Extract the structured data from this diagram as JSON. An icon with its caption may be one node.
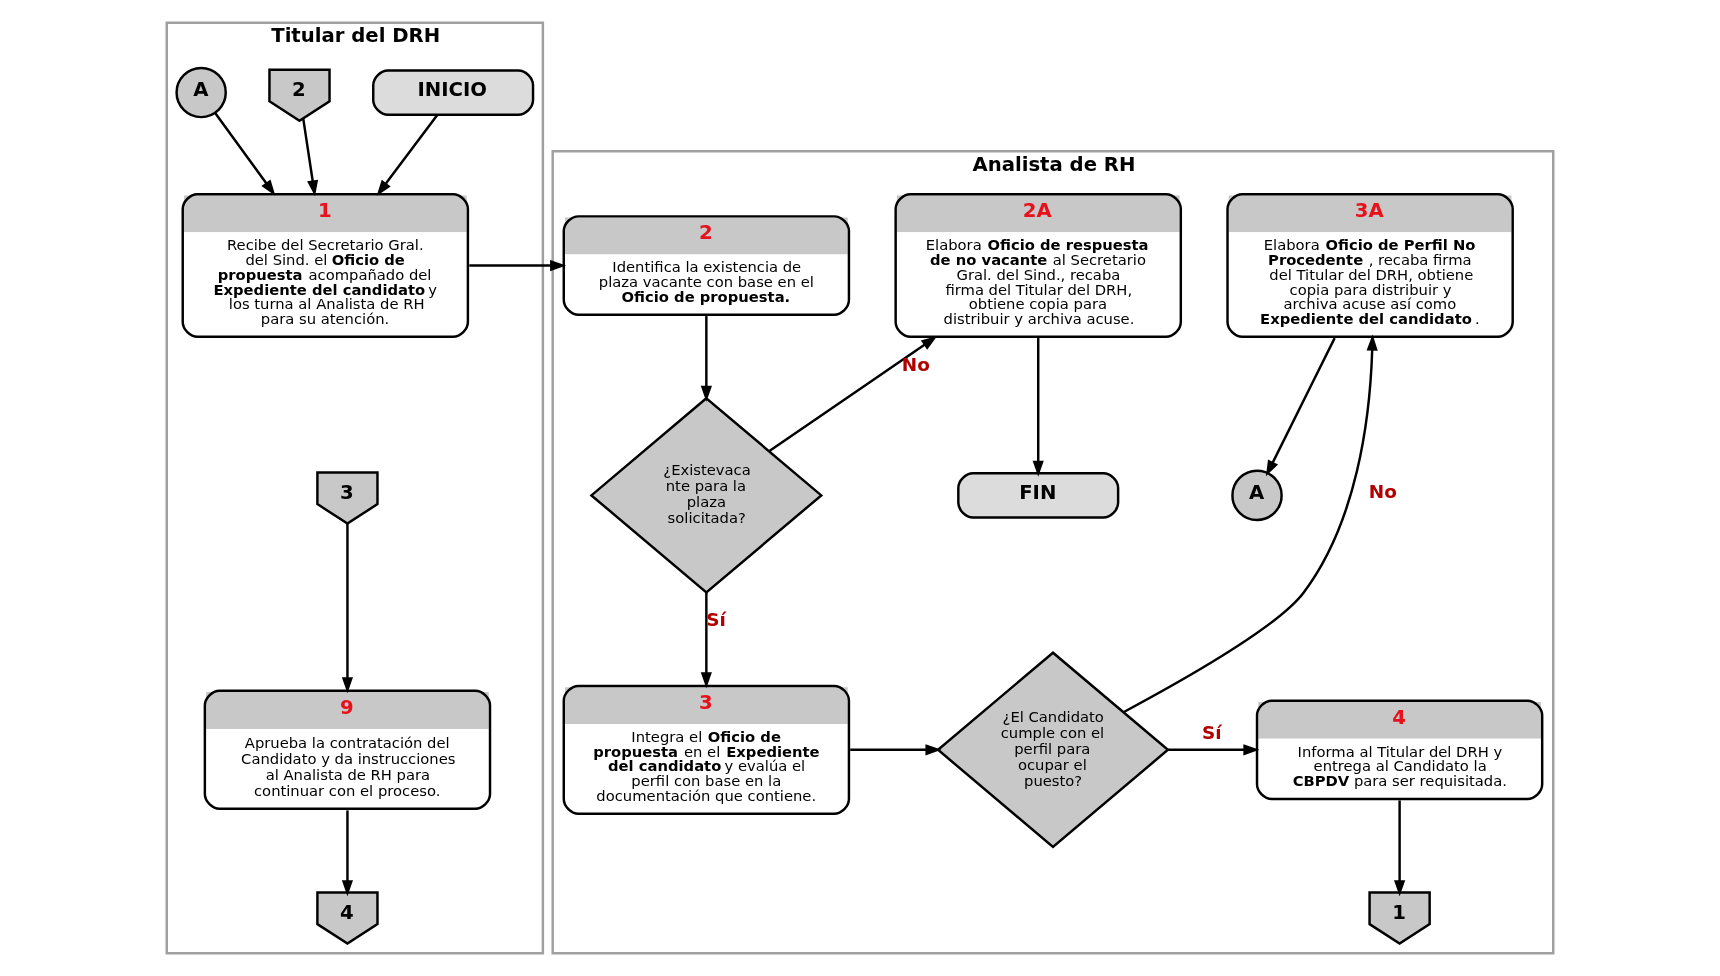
{
  "diagram": {
    "nodes": [
      {
        "text": [
          "Titular del DRH"
        ]
      },
      {
        "text": [
          "Analista de RH"
        ]
      },
      {
        "text": [
          "INICIO"
        ],
        "in": 0
      },
      {
        "text": [
          "2"
        ],
        "in": 0
      },
      {
        "text": [
          "1",
          "Recibe del Secretario Gral. del Sind. el **Oficio de propuesta** acompañado del **Expediente del candidato** y los turna al Analista de RH para su atención."
        ],
        "in": 0
      },
      {
        "text": [
          "A"
        ],
        "in": 0
      },
      {
        "text": [
          "2",
          "Identifica la existencia de plaza vacante con base en el **Oficio de propuesta.**"
        ],
        "in": 1
      },
      {
        "text": [
          "¿Existevaca nte para la plaza solicitada?"
        ],
        "in": 1
      },
      {
        "text": [
          "2A",
          "Elabora **Oficio de respuesta de no vacante** al Secretario Gral. del Sind., recaba firma del Titular del DRH, obtiene copia para distribuir y archiva acuse."
        ],
        "in": 1
      },
      {
        "text": [
          "FIN"
        ],
        "in": 1
      },
      {
        "text": [
          "3A",
          "Elabora **Oficio de Perfil No Procedente**, recaba firma del Titular del DRH, obtiene copia para distribuir y archiva acuse así como **Expediente del candidato**."
        ],
        "in": 1
      },
      {
        "text": [
          "A"
        ],
        "in": 1
      },
      {
        "text": [
          "3"
        ],
        "in": 0
      },
      {
        "text": [
          "9",
          "Aprueba la contratación del Candidato y da instrucciones al Analista de RH para continuar con el proceso."
        ],
        "in": 0
      },
      {
        "text": [
          "4"
        ],
        "in": 0
      },
      {
        "text": [
          "3",
          "Integra el **Oficio de propuesta** en el **Expediente del candidato** y evalúa el perfil con base en la documentación que contiene."
        ],
        "in": 1
      },
      {
        "text": [
          "¿El Candidato cumple con el perfil para ocupar el puesto?"
        ],
        "in": 1
      },
      {
        "text": [
          "4",
          "Informa al Titular del DRH y entrega al Candidato la **CBPDV** para ser requisitada."
        ],
        "in": 1
      },
      {
        "text": [
          "1"
        ],
        "in": 1
      }
    ],
    "edges": [
      {
        "from": 2,
        "to": 4,
        "arrow": "to"
      },
      {
        "from": 3,
        "to": 4,
        "arrow": "to"
      },
      {
        "from": 5,
        "to": 4,
        "arrow": "to"
      },
      {
        "from": 4,
        "to": 6,
        "arrow": "to"
      },
      {
        "from": 6,
        "to": 7,
        "arrow": "to"
      },
      {
        "from": 7,
        "to": 8,
        "label": "No",
        "arrow": "to"
      },
      {
        "from": 8,
        "to": 9,
        "arrow": "to"
      },
      {
        "from": 7,
        "to": 15,
        "label": "Sí",
        "arrow": "to"
      },
      {
        "from": 15,
        "to": 16,
        "arrow": "to"
      },
      {
        "from": 16,
        "to": 10,
        "label": "No",
        "arrow": "to"
      },
      {
        "from": 10,
        "to": 11,
        "arrow": "to"
      },
      {
        "from": 16,
        "to": 17,
        "label": "Sí",
        "arrow": "to"
      },
      {
        "from": 12,
        "to": 13,
        "arrow": "to"
      },
      {
        "from": 13,
        "to": 14,
        "arrow": "to"
      },
      {
        "from": 17,
        "to": 18,
        "arrow": "to"
      }
    ]
  }
}
